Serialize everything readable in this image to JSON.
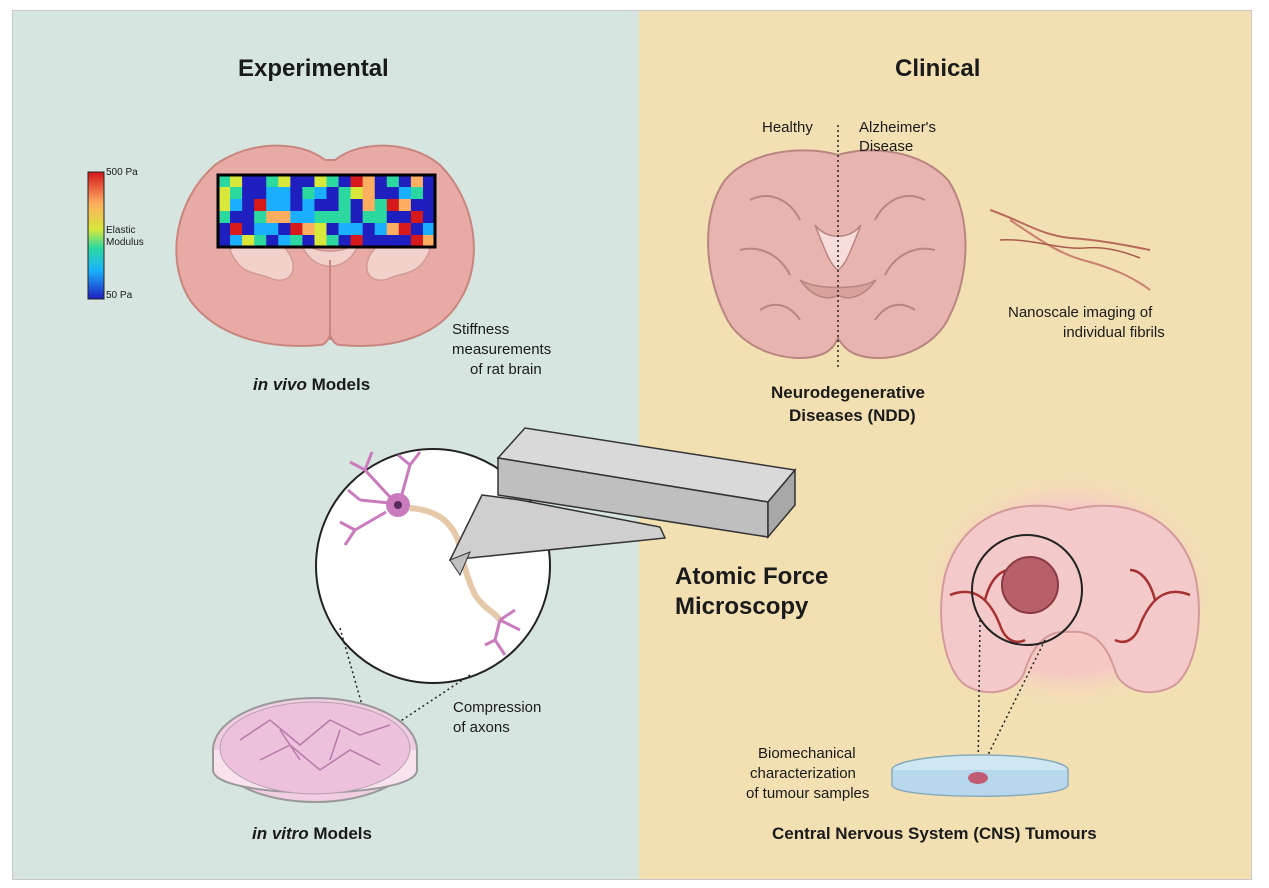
{
  "experimental": {
    "title": "Experimental",
    "in_vivo": {
      "italic": "in vivo",
      "rest": " Models"
    },
    "stiffness_caption": [
      "Stiffness",
      "measurements",
      "of rat brain"
    ],
    "colorbar": {
      "max_label": "500 Pa",
      "mid_label": [
        "Elastic",
        "Modulus"
      ],
      "min_label": "50 Pa"
    },
    "in_vitro": {
      "italic": "in vitro",
      "rest": " Models"
    },
    "compression_caption": [
      "Compression",
      "of axons"
    ]
  },
  "clinical": {
    "title": "Clinical",
    "healthy_label": "Healthy",
    "alzheimers_label": [
      "Alzheimer's",
      "Disease"
    ],
    "ndd_label": [
      "Neurodegenerative",
      "Diseases (NDD)"
    ],
    "fibril_caption": [
      "Nanoscale imaging of",
      "individual fibrils"
    ],
    "tumour_caption": [
      "Biomechanical",
      "characterization",
      "of tumour samples"
    ],
    "cns_label": "Central Nervous System (CNS) Tumours"
  },
  "afm_label": [
    "Atomic Force",
    "Microscopy"
  ],
  "colors": {
    "left_bg": "#d6e5df",
    "right_bg": "#f2e0b3",
    "tissue": "#e8a9a4",
    "neuron": "#c97bbd",
    "vessel": "#b03a3a"
  }
}
